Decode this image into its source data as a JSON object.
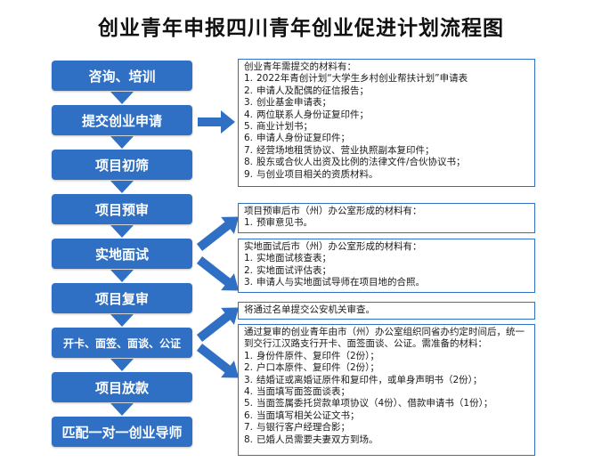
{
  "title": "创业青年申报四川青年创业促进计划流程图",
  "steps": [
    "咨询、培训",
    "提交创业申请",
    "项目初筛",
    "项目预审",
    "实地面试",
    "项目复审",
    "开卡、面签、面谈、公证",
    "项目放款",
    "匹配一对一创业导师"
  ],
  "panels": {
    "application": {
      "heading": "创业青年需提交的材料有：",
      "items": [
        {
          "n": "1.",
          "t": "2022年青创计划“大学生乡村创业帮扶计划”申请表"
        },
        {
          "n": "2.",
          "t": "申请人及配偶的征信报告；"
        },
        {
          "n": "3.",
          "t": "创业基金申请表；"
        },
        {
          "n": "4.",
          "t": "两位联系人身份证复印件；"
        },
        {
          "n": "5.",
          "t": "商业计划书；"
        },
        {
          "n": "6.",
          "t": "申请人身份证复印件；"
        },
        {
          "n": "7.",
          "t": "经营场地租赁协议、营业执照副本复印件；"
        },
        {
          "n": "8.",
          "t": "股东或合伙人出资及比例的法律文件/合伙协议书；"
        },
        {
          "n": "9.",
          "t": "与创业项目相关的资质材料。"
        }
      ]
    },
    "prereview": {
      "heading": "项目预审后市（州）办公室形成的材料有：",
      "items": [
        {
          "n": "1.",
          "t": "预审意见书。"
        }
      ]
    },
    "interview": {
      "heading": "实地面试后市（州）办公室形成的材料有：",
      "items": [
        {
          "n": "1.",
          "t": "实地面试核查表；"
        },
        {
          "n": "2.",
          "t": "实地面试评估表；"
        },
        {
          "n": "3.",
          "t": "申请人与实地面试导师在项目地的合照。"
        }
      ]
    },
    "police": {
      "text": "将通过名单提交公安机关审查。"
    },
    "signing": {
      "heading": "通过复审的创业青年由市（州）办公室组织同省办约定时间后，统一到交行江汉路支行开卡、面签面谈、公证。需准备的材料：",
      "items": [
        {
          "n": "1.",
          "t": "身份件原件、复印件（2份）；"
        },
        {
          "n": "2.",
          "t": "户口本原件、复印件（2份）；"
        },
        {
          "n": "3.",
          "t": "结婚证或离婚证原件和复印件，或单身声明书（2份）；"
        },
        {
          "n": "4.",
          "t": "当面填写面签面谈表；"
        },
        {
          "n": "5.",
          "t": "当面签属委托贷款单项协议（4份）、借款申请书（1份）；"
        },
        {
          "n": "6.",
          "t": "当面填写相关公证文书；"
        },
        {
          "n": "7.",
          "t": "与银行客户经理合影；"
        },
        {
          "n": "8.",
          "t": "已婚人员需要夫妻双方到场。"
        }
      ]
    }
  },
  "colors": {
    "step_fill": "#2f6fc4",
    "arrow_fill": "#2f6fc4",
    "panel_border": "#2f6fc4"
  }
}
